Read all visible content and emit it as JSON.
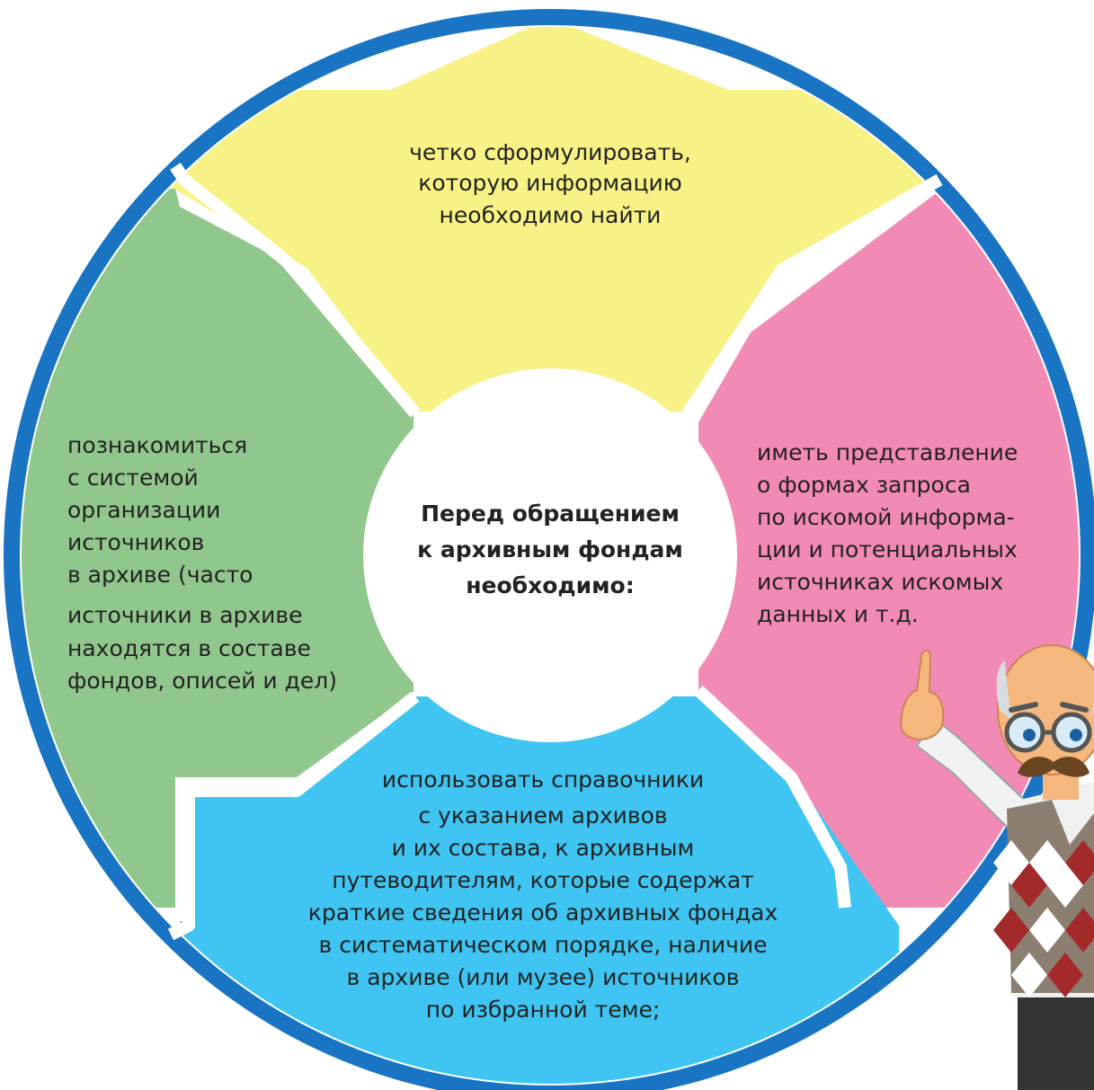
{
  "colors": {
    "ring": "#1a74c4",
    "top": "#f8f185",
    "right": "#f18bb6",
    "bottom": "#3ec5f1",
    "left": "#8fc88a",
    "center": "#ffffff",
    "text": "#222222"
  },
  "center": {
    "lines": [
      "Перед обращением",
      "к архивным фондам",
      "необходимо:"
    ]
  },
  "segments": {
    "top": {
      "lines": [
        "четко сформулировать,",
        "которую информацию",
        "необходимо найти"
      ]
    },
    "right": {
      "lines": [
        "иметь представление",
        "о формах запроса",
        "по искомой информа-",
        "ции и потенциальных",
        "источниках искомых",
        "данных и т.д."
      ]
    },
    "bottom": {
      "lines": [
        "использовать справочники",
        "с указанием архивов",
        "и их состава, к архивным",
        "путеводителям, которые содержат",
        "краткие сведения об архивных фондах",
        "в систематическом порядке, наличие",
        "в архиве (или музее) источников",
        "по избранной теме;"
      ]
    },
    "left": {
      "lines": [
        "познакомиться",
        "с системой",
        "организации",
        "источников",
        "в архиве (часто",
        "источники в архиве",
        "находятся в составе",
        "фондов, описей и дел)"
      ]
    }
  },
  "illustration": {
    "icon": "teacher-pointing-icon"
  }
}
